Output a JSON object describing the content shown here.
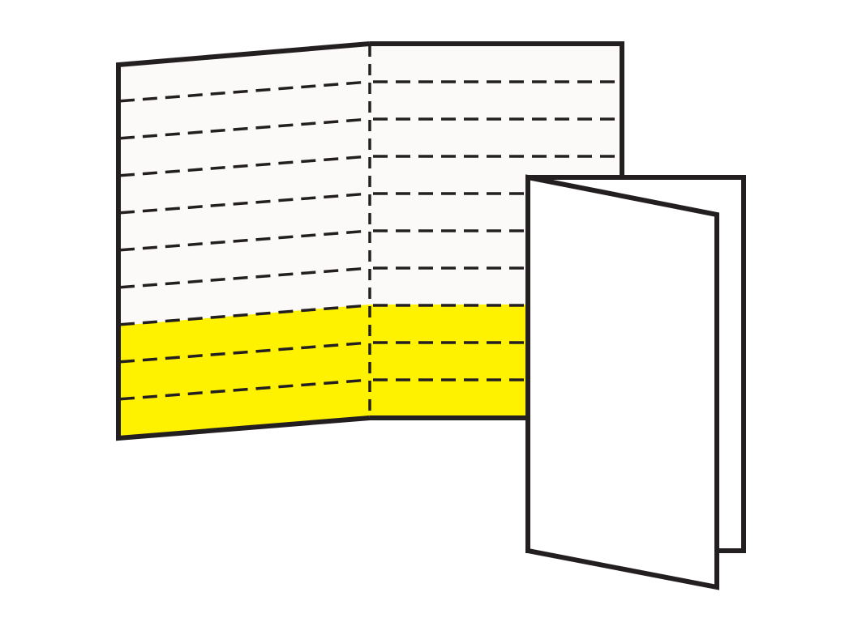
{
  "colors": {
    "background": "#ffffff",
    "paper": "#fbfaf8",
    "pocket": "#fff200",
    "outline": "#231f20",
    "booklet_paper": "#ffffff"
  },
  "folder": {
    "left_panel_slot_lines": 9,
    "right_panel_slot_lines": 9,
    "pocket_slot_lines": 3,
    "center_fold": "dashed"
  },
  "booklet": {
    "pages": 2,
    "style": "folded-insert"
  }
}
